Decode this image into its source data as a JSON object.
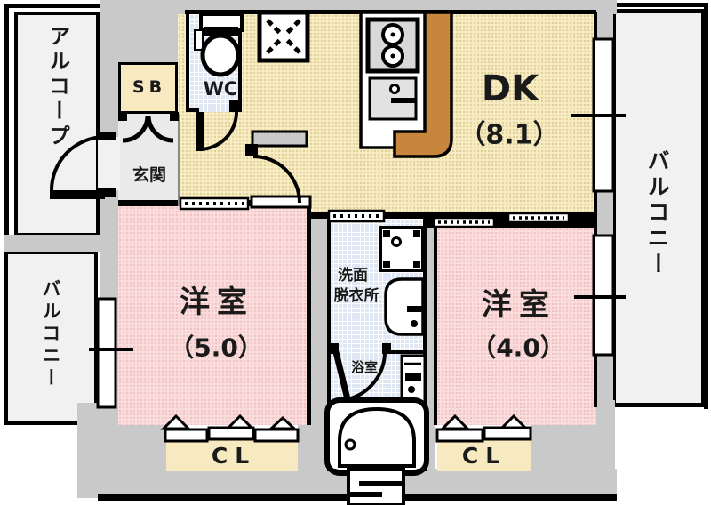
{
  "floorplan": {
    "rooms": {
      "dk": {
        "label": "DK",
        "area": "（8.1）"
      },
      "west5": {
        "label": "洋室",
        "area": "（5.0）"
      },
      "west4": {
        "label": "洋室",
        "area": "（4.0）"
      },
      "washroom": {
        "line1": "洗面",
        "line2": "脱衣所"
      },
      "bathroom": {
        "label": "浴室"
      },
      "entrance": {
        "label": "玄関"
      },
      "wc": {
        "label": "WC"
      },
      "shoe_box": {
        "label": "SB"
      },
      "closet_left": {
        "label": "CL"
      },
      "closet_right": {
        "label": "CL"
      },
      "alcove": {
        "label": "アルコープ"
      },
      "balcony_left": {
        "label": "バルコニー"
      },
      "balcony_right": {
        "label": "バルコニー"
      }
    },
    "colors": {
      "room_yellow": "#f7ecc2",
      "room_pink": "#fadcdc",
      "wet_area_blue": "#dfe7f4",
      "closet_cream": "#f7e9c0",
      "wall_gray": "#c9c9c9",
      "counter_brown": "#c8863c",
      "outdoor_white": "#f1f1f1",
      "line_black": "#000000"
    }
  }
}
